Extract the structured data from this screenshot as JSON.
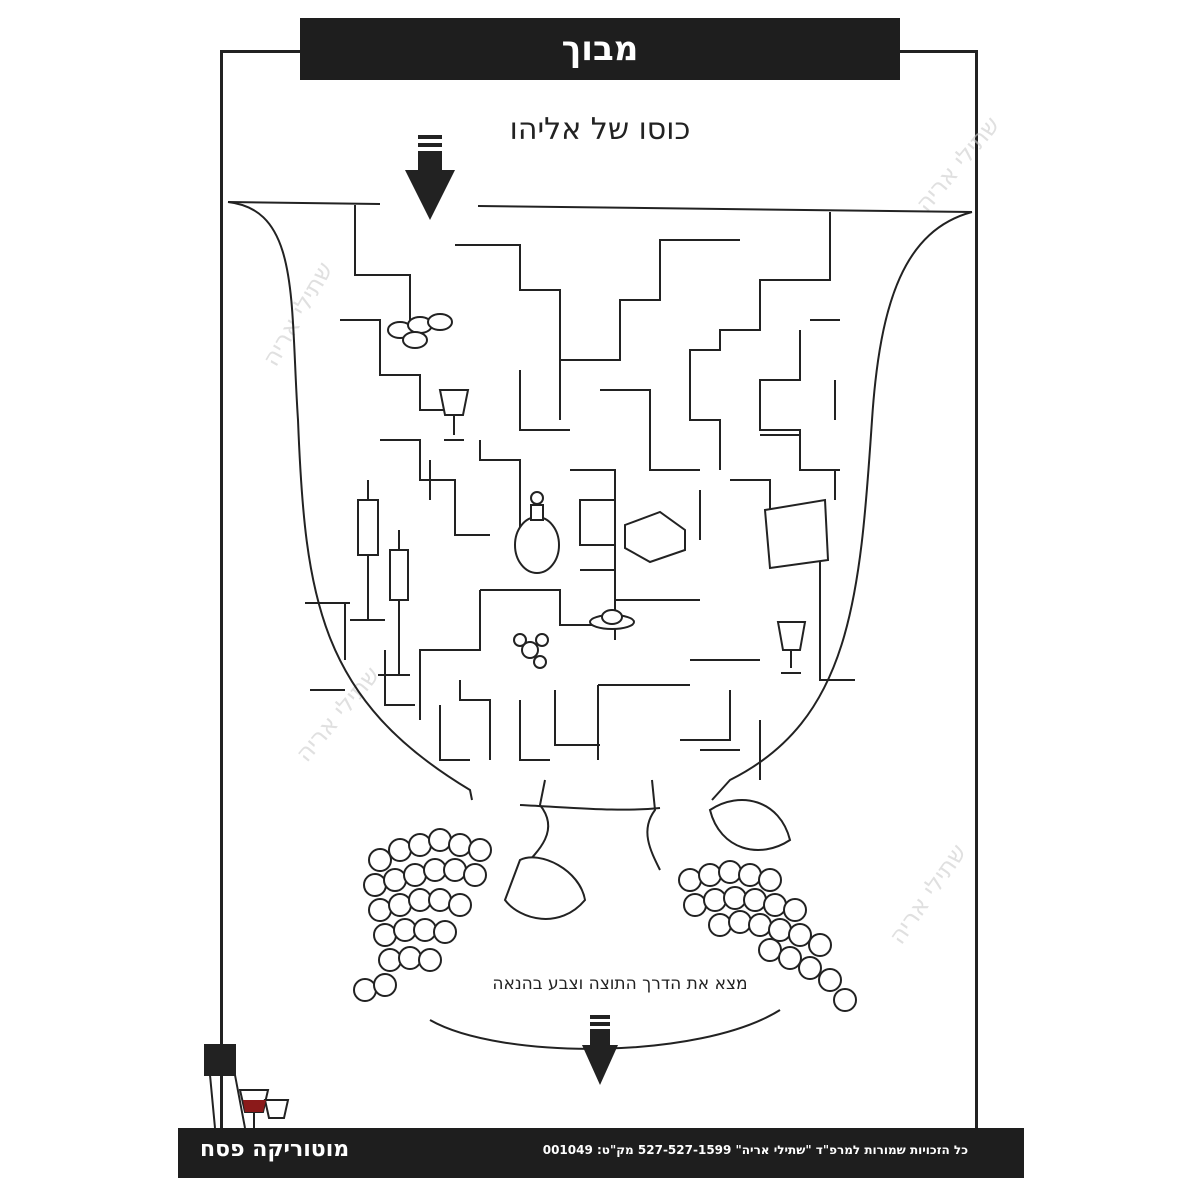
{
  "header": {
    "title": "מבוך"
  },
  "maze": {
    "subtitle": "כוסו של אליהו",
    "instruction": "מצא את הדרך התוצה וצבע בהנאה",
    "start_icon": "arrow-down-icon",
    "end_icon": "arrow-down-icon"
  },
  "footer": {
    "copyright": "כל הזכויות שמורות למרפ\"ד \"שתילי אריה\" 527-527-1599 מק\"ט: 001049",
    "brand_bold": "מוטוריקה",
    "brand_rest": "פסח"
  },
  "watermark": "שתילי אריה"
}
